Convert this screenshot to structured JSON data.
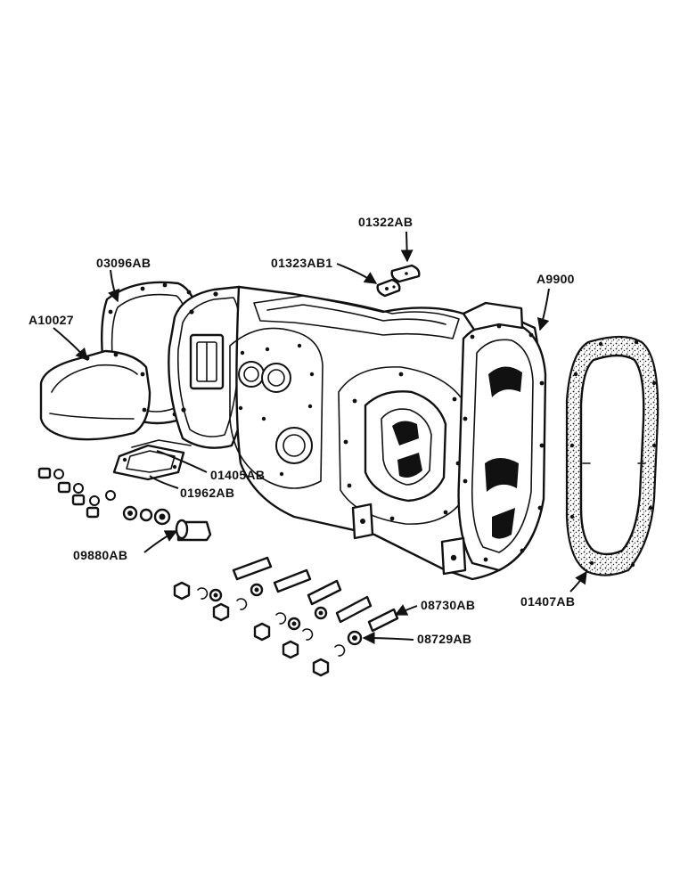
{
  "diagram": {
    "labels": {
      "p01322ab": "01322AB",
      "p01323ab1": "01323AB1",
      "p03096ab": "03096AB",
      "a9900": "A9900",
      "a10027": "A10027",
      "p01405ab": "01405AB",
      "p01962ab": "01962AB",
      "p09880ab": "09880AB",
      "p08730ab": "08730AB",
      "p08729ab": "08729AB",
      "p01407ab": "01407AB"
    }
  }
}
